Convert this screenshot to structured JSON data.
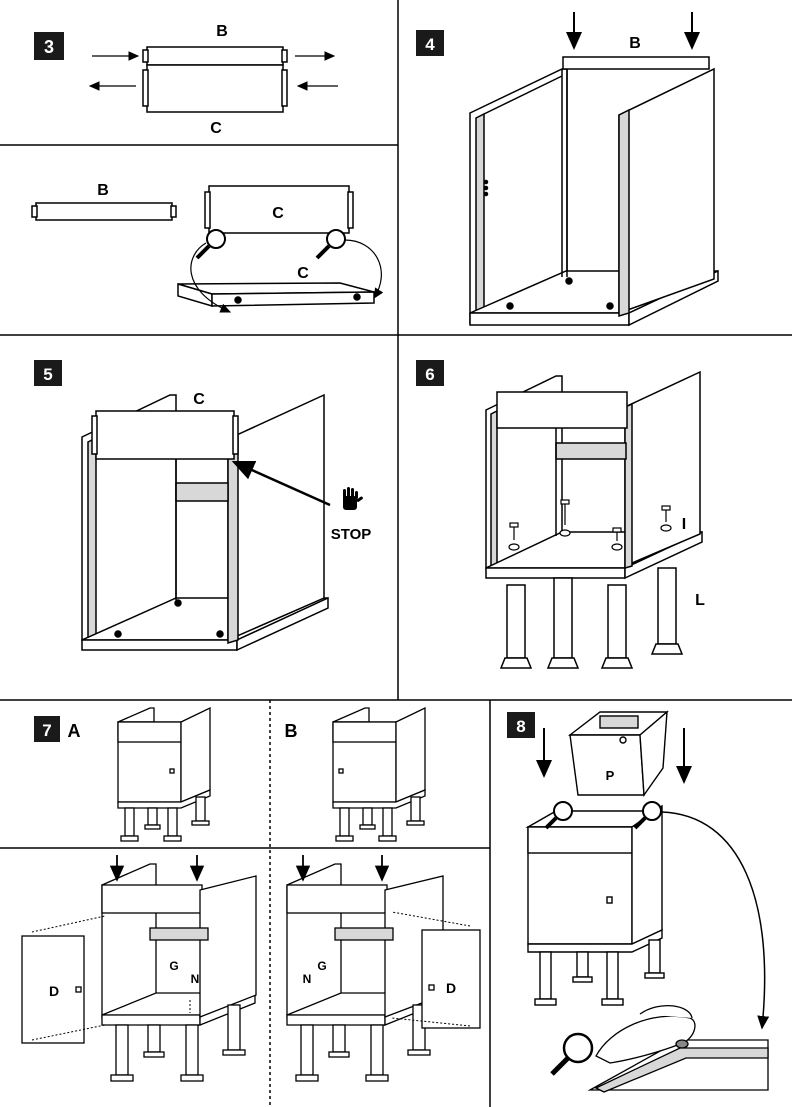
{
  "steps": [
    {
      "id": "3",
      "labels": {
        "top": "B",
        "bottom": "C",
        "sub_b": "B",
        "sub_c": "C",
        "sub_c2": "C"
      }
    },
    {
      "id": "4",
      "labels": {
        "top": "B"
      }
    },
    {
      "id": "5",
      "labels": {
        "top": "C",
        "stop": "STOP"
      }
    },
    {
      "id": "6",
      "labels": {
        "i": "I",
        "l": "L"
      }
    },
    {
      "id": "7",
      "labels": {
        "a": "A",
        "b": "B",
        "g_left": "G",
        "n_left": "N",
        "d_left": "D",
        "g_right": "G",
        "n_right": "N",
        "d_right": "D"
      }
    },
    {
      "id": "8",
      "labels": {
        "p": "P"
      }
    }
  ],
  "colors": {
    "line": "#000000",
    "panel": "#ffffff",
    "shade": "#d8d8d8",
    "step_box": "#1a1a1a",
    "divider": "#000000"
  },
  "icons": [
    "magnifier-icon",
    "stop-hand-icon",
    "arrow-icon",
    "screw-icon",
    "washer-icon"
  ]
}
